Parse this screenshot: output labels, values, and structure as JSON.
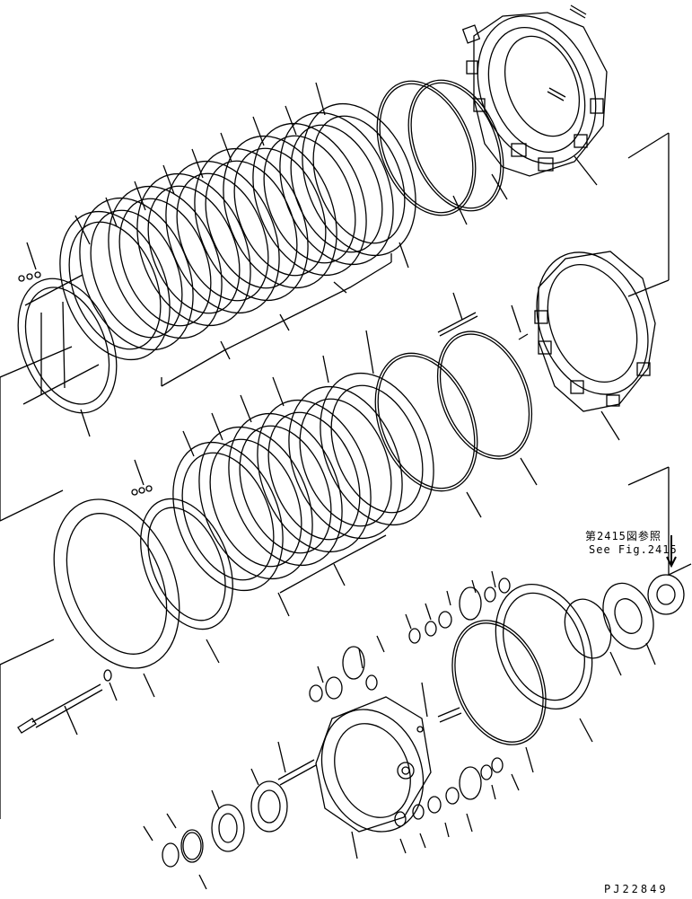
{
  "reference": {
    "line_jp": "第2415図参照",
    "line_en": "See Fig.2415"
  },
  "drawing_number": "PJ22849",
  "colors": {
    "ink": "#000000",
    "paper": "#ffffff"
  }
}
